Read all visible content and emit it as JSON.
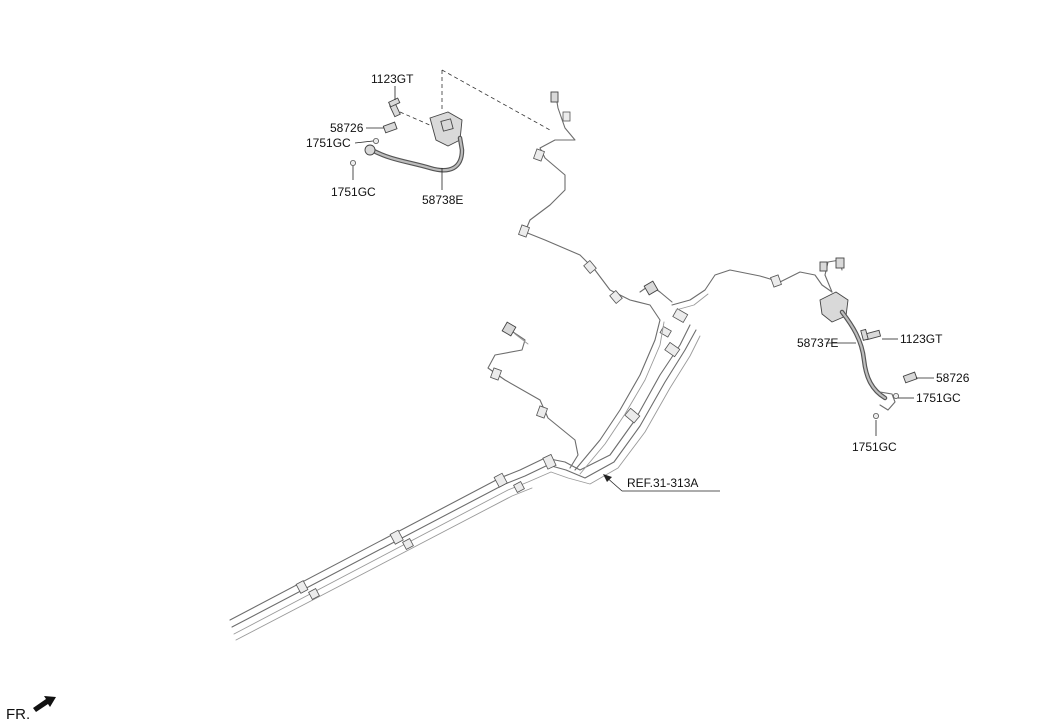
{
  "labels": {
    "top_bolt": "1123GT",
    "top_fitting": "58726",
    "top_clip_a": "1751GC",
    "top_clip_b": "1751GC",
    "top_hose": "58738E",
    "right_hose": "58737E",
    "right_bolt": "1123GT",
    "right_fitting": "58726",
    "right_clip_a": "1751GC",
    "right_clip_b": "1751GC",
    "reference": "REF.31-313A",
    "front_indicator": "FR."
  },
  "icons": {
    "front_arrow": "front-direction-arrow-icon"
  }
}
